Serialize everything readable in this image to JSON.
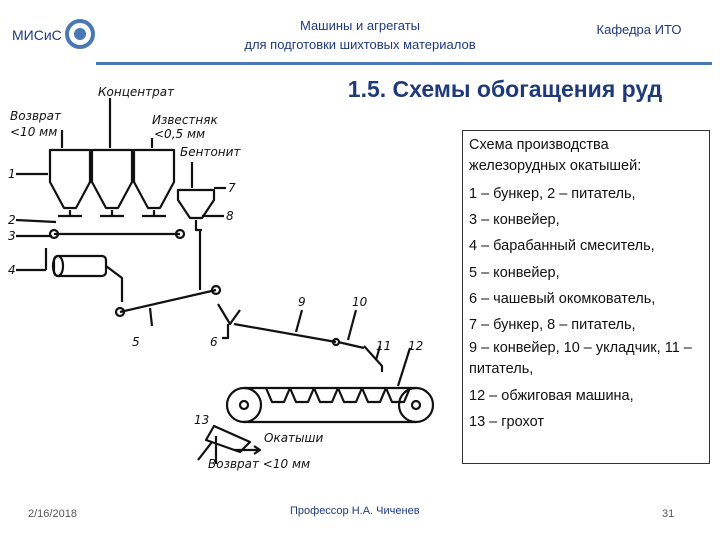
{
  "header": {
    "logo_text": "МИСиС",
    "course_line1": "Машины и агрегаты",
    "course_line2": "для подготовки шихтовых материалов",
    "department": "Кафедра ИТО"
  },
  "slide": {
    "title": "1.5. Схемы обогащения руд"
  },
  "diagram": {
    "labels": {
      "concentrate": "Концентрат",
      "return_label": "Возврат",
      "return_size": "<10 мм",
      "limestone": "Известняк",
      "limestone_size": "<0,5 мм",
      "bentonite": "Бентонит",
      "pellets": "Окатыши",
      "bottom_return": "Возврат <10 мм"
    },
    "numbers": [
      "1",
      "2",
      "3",
      "4",
      "5",
      "6",
      "7",
      "8",
      "9",
      "10",
      "11",
      "12",
      "13"
    ]
  },
  "legend": {
    "caption": "Схема производства железорудных окатышей:",
    "items": [
      "1 – бункер, 2 – питатель,",
      "3 – конвейер,",
      "4 – барабанный смеситель,",
      "5 – конвейер,",
      "6 – чашевый окомкователь,",
      "7 – бункер, 8 – питатель,",
      "9 – конвейер, 10 – укладчик, 11 – питатель,",
      "12 – обжиговая машина,",
      "13 – грохот"
    ]
  },
  "footer": {
    "date": "2/16/2018",
    "author": "Профессор Н.А. Чиченев",
    "page": "31"
  },
  "colors": {
    "header_text": "#1f3a7a",
    "header_rule": "#4a78b5"
  }
}
